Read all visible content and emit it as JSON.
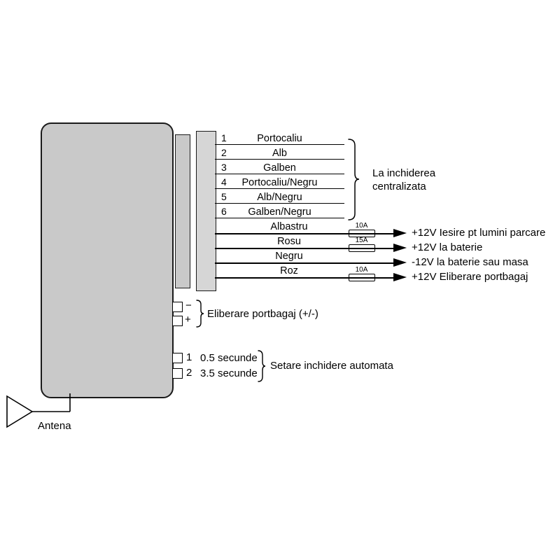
{
  "connector": {
    "wires": [
      {
        "num": "1",
        "label": "Portocaliu"
      },
      {
        "num": "2",
        "label": "Alb"
      },
      {
        "num": "3",
        "label": "Galben"
      },
      {
        "num": "4",
        "label": "Portocaliu/Negru"
      },
      {
        "num": "5",
        "label": "Alb/Negru"
      },
      {
        "num": "6",
        "label": "Galben/Negru"
      }
    ],
    "group_label_line1": "La inchiderea",
    "group_label_line2": "centralizata"
  },
  "power_wires": [
    {
      "label": "Albastru",
      "fuse": "10A",
      "dest": "+12V Iesire pt lumini parcare"
    },
    {
      "label": "Rosu",
      "fuse": "15A",
      "dest": "+12V la baterie"
    },
    {
      "label": "Negru",
      "fuse": "",
      "dest": "-12V la baterie sau masa"
    },
    {
      "label": "Roz",
      "fuse": "10A",
      "dest": "+12V Eliberare portbagaj"
    }
  ],
  "trunk_release": {
    "minus_sign": "−",
    "plus_sign": "+",
    "label": "Eliberare portbagaj (+/-)"
  },
  "auto_lock": {
    "options": [
      {
        "num": "1",
        "time": "0.5 secunde"
      },
      {
        "num": "2",
        "time": "3.5 secunde"
      }
    ],
    "label": "Setare inchidere automata"
  },
  "antenna": {
    "label": "Antena"
  },
  "colors": {
    "module_fill": "#c9c9c9",
    "line": "#000000"
  }
}
